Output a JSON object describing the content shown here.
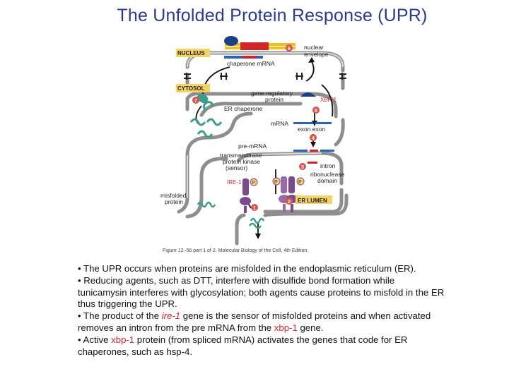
{
  "title": "The Unfolded Protein Response (UPR)",
  "figure": {
    "labels": {
      "nucleus": "NUCLEUS",
      "cytosol": "CYTOSOL",
      "er_lumen": "ER LUMEN",
      "nuclear_envelope_1": "nuclear",
      "nuclear_envelope_2": "envelope",
      "chaperone_mrna": "chaperone mRNA",
      "gene_regulatory_1": "gene regulatory",
      "gene_regulatory_2": "protein",
      "xbp1": "XBP-1",
      "er_chaperone": "ER chaperone",
      "mrna": "mRNA",
      "exon_exon": "exon  exon",
      "pre_mrna": "pre-mRNA",
      "intron": "intron",
      "tpk_1": "transmembrane",
      "tpk_2": "protein kinase",
      "tpk_3": "(sensor)",
      "ribonuclease_1": "ribonuclease",
      "ribonuclease_2": "domain",
      "ire1": "IRE-1",
      "phospho": "P",
      "misfolded_1": "misfolded",
      "misfolded_2": "protein",
      "caption": "Figure 12–56 part 1 of 2. Molecular Biology of the Cell, 4th Edition."
    },
    "steps": [
      "1",
      "2",
      "3",
      "4",
      "5",
      "6",
      "7"
    ]
  },
  "bullets": [
    {
      "parts": [
        {
          "t": "• The UPR occurs when proteins are misfolded in the endoplasmic reticulum (ER).",
          "s": ""
        }
      ]
    },
    {
      "parts": [
        {
          "t": "• Reducing agents, such as DTT, interfere with disulfide bond formation while tunicamysin interferes with glycosylation; both agents cause proteins to misfold in the ER thus triggering the UPR.",
          "s": ""
        }
      ]
    },
    {
      "parts": [
        {
          "t": "• The product of the ",
          "s": ""
        },
        {
          "t": "ire-1",
          "s": "red em"
        },
        {
          "t": " gene is the sensor of misfolded proteins and when activated removes an intron from the pre mRNA from the ",
          "s": ""
        },
        {
          "t": "xbp-1",
          "s": "red"
        },
        {
          "t": " gene.",
          "s": ""
        }
      ]
    },
    {
      "parts": [
        {
          "t": "• Active ",
          "s": ""
        },
        {
          "t": "xbp-1",
          "s": "red"
        },
        {
          "t": " protein (from spliced mRNA) activates the genes that code for ER chaperones, such as hsp-4.",
          "s": ""
        }
      ]
    }
  ],
  "colors": {
    "title": "#2b3a8c",
    "accent_red": "#d2262a",
    "label_box": "#f5d264",
    "step_circle": "#d9534f",
    "membrane": "#8a8a8a",
    "chaperone": "#3b9c8c",
    "sensor": "#7b4a8c",
    "rna_blue": "#2a64b4"
  }
}
